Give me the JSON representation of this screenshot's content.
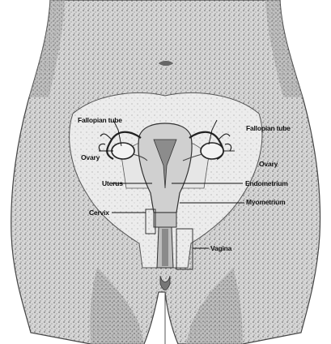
{
  "labels": {
    "fallopian_tube_left": "Fallopian tube",
    "fallopian_tube_right": "Fallopian tube",
    "ovary_left": "Ovary",
    "ovary_right": "Ovary",
    "uterus": "Uterus",
    "endometrium": "Endometrium",
    "myometrium": "Myometrium",
    "cervix": "Cervix",
    "vagina": "Vagina"
  }
}
